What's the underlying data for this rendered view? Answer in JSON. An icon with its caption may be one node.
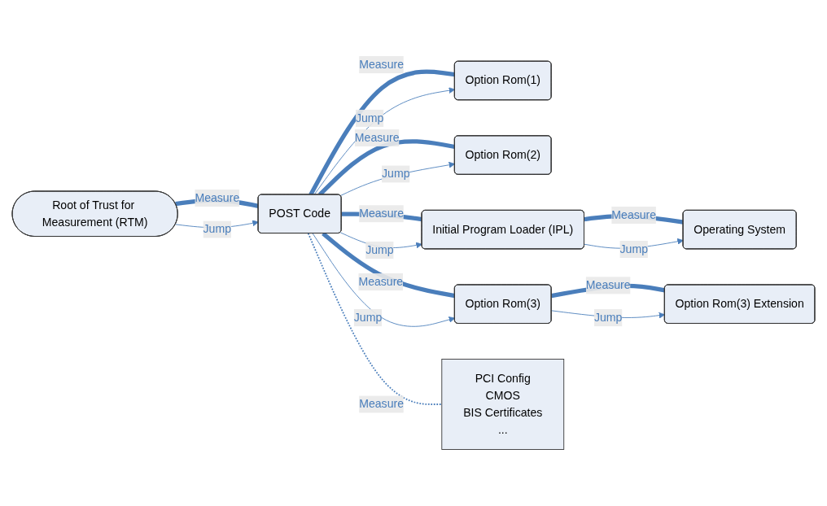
{
  "diagram": {
    "nodes": [
      {
        "text": [
          "Option Rom(1)"
        ]
      },
      {
        "text": [
          "Option Rom(2)"
        ]
      },
      {
        "text": [
          "Option Rom(3)"
        ]
      },
      {
        "text": [
          "Option Rom(3) Extension"
        ]
      },
      {
        "text": [
          "Root of Trust for Measurement (RTM)"
        ]
      },
      {
        "text": [
          "POST Code"
        ]
      },
      {
        "text": [
          "Initial Program Loader (IPL)"
        ]
      },
      {
        "text": [
          "Operating System"
        ]
      },
      {
        "text": [
          "PCI Config",
          "CMOS",
          "BIS Certificates",
          "..."
        ]
      }
    ],
    "edges": [
      {
        "from": 4,
        "to": 5,
        "arrow": "none",
        "label": "Measure",
        "style": "thick"
      },
      {
        "from": 4,
        "to": 5,
        "arrow": "to",
        "label": "Jump"
      },
      {
        "from": 5,
        "to": 6,
        "arrow": "none",
        "label": "Measure",
        "style": "thick"
      },
      {
        "from": 5,
        "to": 6,
        "arrow": "to",
        "label": "Jump"
      },
      {
        "from": 6,
        "to": 7,
        "arrow": "none",
        "label": "Measure",
        "style": "thick"
      },
      {
        "from": 6,
        "to": 7,
        "arrow": "to",
        "label": "Jump"
      },
      {
        "from": 5,
        "to": 0,
        "arrow": "none",
        "label": "Measure",
        "style": "thick"
      },
      {
        "from": 5,
        "to": 0,
        "arrow": "to",
        "label": "Jump"
      },
      {
        "from": 5,
        "to": 1,
        "arrow": "none",
        "label": "Measure",
        "style": "thick"
      },
      {
        "from": 5,
        "to": 1,
        "arrow": "to",
        "label": "Jump"
      },
      {
        "from": 5,
        "to": 2,
        "arrow": "none",
        "label": "Measure",
        "style": "thick"
      },
      {
        "from": 5,
        "to": 2,
        "arrow": "to",
        "label": "Jump"
      },
      {
        "from": 2,
        "to": 3,
        "arrow": "none",
        "label": "Measure",
        "style": "thick"
      },
      {
        "from": 2,
        "to": 3,
        "arrow": "to",
        "label": "Jump"
      },
      {
        "from": 5,
        "to": 8,
        "arrow": "none",
        "label": "Measure",
        "style": "dashed"
      }
    ]
  }
}
